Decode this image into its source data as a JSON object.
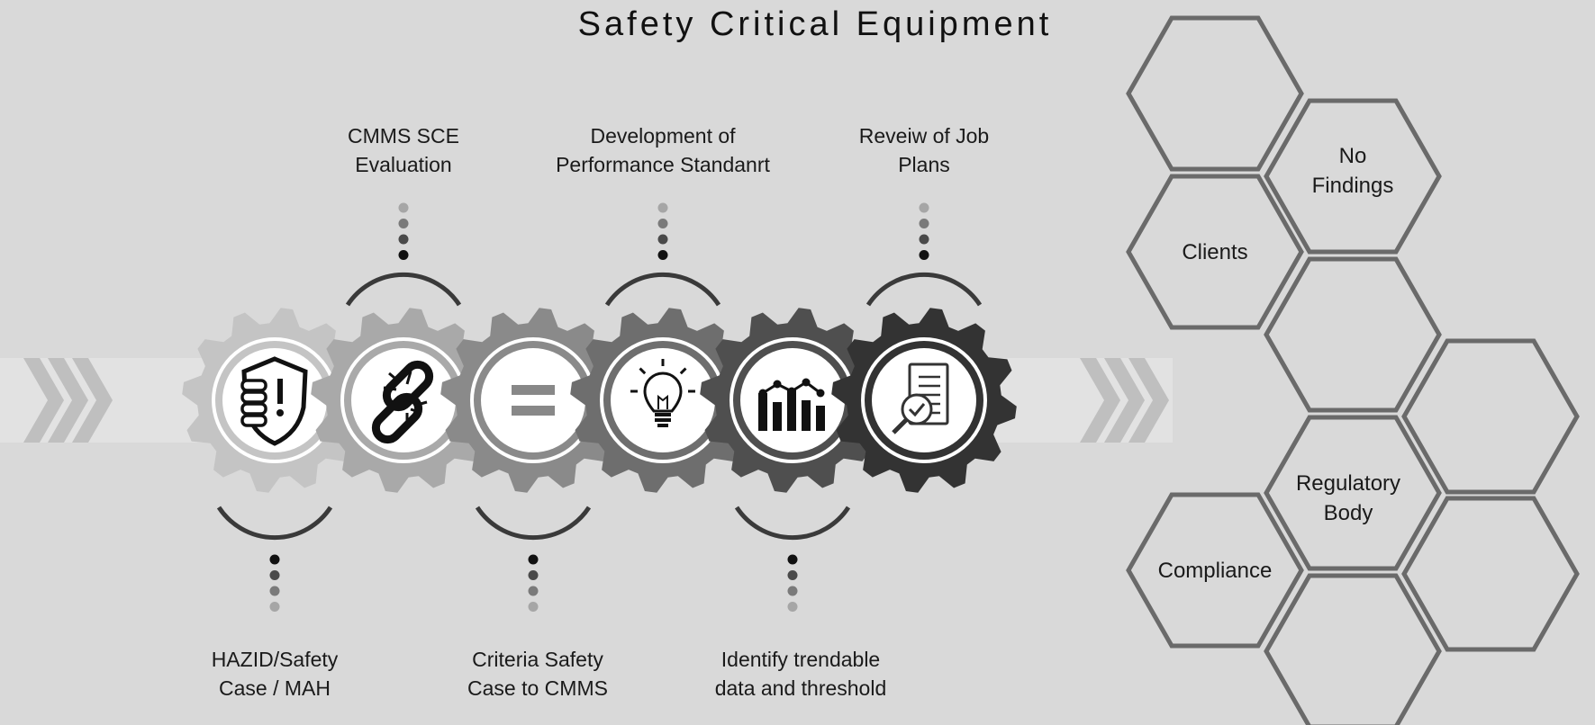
{
  "title": "Safety Critical Equipment",
  "steps": [
    {
      "label": [
        "HAZID/Safety",
        "Case / MAH"
      ],
      "icon": "shield-hand-alert-icon",
      "gear_color": "#c4c4c4",
      "position": "bottom"
    },
    {
      "label": [
        "CMMS SCE",
        "Evaluation"
      ],
      "icon": "broken-chain-icon",
      "gear_color": "#a9a9a9",
      "position": "top"
    },
    {
      "label": [
        "Criteria Safety",
        "Case to CMMS"
      ],
      "icon": "equals-icon",
      "gear_color": "#8a8a8a",
      "position": "bottom"
    },
    {
      "label": [
        "Development of",
        "Performance Standanrt"
      ],
      "icon": "lightbulb-icon",
      "gear_color": "#6e6e6e",
      "position": "top"
    },
    {
      "label": [
        "Identify trendable",
        "data and threshold"
      ],
      "icon": "bar-chart-trend-icon",
      "gear_color": "#4f4f4f",
      "position": "bottom"
    },
    {
      "label": [
        "Reveiw of Job",
        "Plans"
      ],
      "icon": "document-check-icon",
      "gear_color": "#333333",
      "position": "top"
    }
  ],
  "hexagons": [
    {
      "label": []
    },
    {
      "label": [
        "No",
        "Findings"
      ]
    },
    {
      "label": [
        "Clients"
      ]
    },
    {
      "label": []
    },
    {
      "label": []
    },
    {
      "label": [
        "Regulatory",
        "Body"
      ]
    },
    {
      "label": [
        "Compliance"
      ]
    },
    {
      "label": []
    },
    {
      "label": []
    }
  ],
  "colors": {
    "background": "#d9d9d9",
    "band": "#e2e2e2",
    "chevron": "#b9b9b9",
    "hex_stroke": "#6a6a6a",
    "arc": "#3a3a3a"
  }
}
